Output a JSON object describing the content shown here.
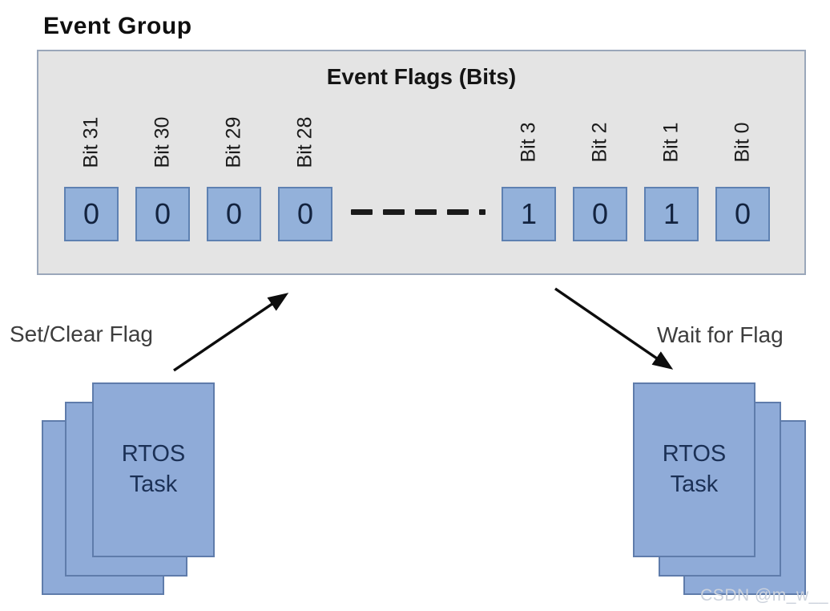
{
  "title": "Event Group",
  "event_group": {
    "header": "Event Flags (Bits)",
    "bits": [
      {
        "label": "Bit 31",
        "value": "0"
      },
      {
        "label": "Bit 30",
        "value": "0"
      },
      {
        "label": "Bit 29",
        "value": "0"
      },
      {
        "label": "Bit 28",
        "value": "0"
      },
      {
        "label": "Bit 3",
        "value": "1"
      },
      {
        "label": "Bit 2",
        "value": "0"
      },
      {
        "label": "Bit 1",
        "value": "1"
      },
      {
        "label": "Bit 0",
        "value": "0"
      }
    ]
  },
  "annotations": {
    "set_clear_label": "Set/Clear Flag",
    "wait_label": "Wait for Flag"
  },
  "tasks": {
    "left": {
      "line1": "RTOS",
      "line2": "Task"
    },
    "right": {
      "line1": "RTOS",
      "line2": "Task"
    }
  },
  "icons": {
    "set_clear_arrow": "arrow-up-right",
    "wait_arrow": "arrow-down-right",
    "bit_gap": "horizontal-dashed-line"
  },
  "colors": {
    "panel_fill": "#e4e4e4",
    "panel_border": "#9aa7ba",
    "cell_fill": "#93b1da",
    "cell_border": "#5e81b2",
    "card_fill": "#8fabd8",
    "card_border": "#5f7cab",
    "digit_text": "#13233f",
    "task_text": "#1b3055"
  },
  "watermark": "CSDN @m_w__"
}
